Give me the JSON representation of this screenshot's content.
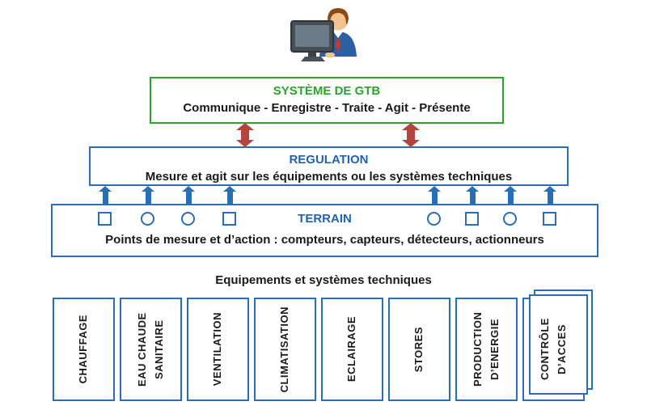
{
  "diagram": {
    "icons": {
      "operator": "person-at-computer"
    },
    "gtb": {
      "title": "SYSTÈME DE GTB",
      "subtitle": "Communique - Enregistre - Traite - Agit - Présente"
    },
    "regulation": {
      "title": "REGULATION",
      "subtitle": "Mesure et agit sur les équipements ou les systèmes techniques"
    },
    "terrain": {
      "title": "TERRAIN",
      "subtitle": "Points de mesure et d’action : compteurs, capteurs, détecteurs, actionneurs",
      "sensors": [
        "square",
        "circle",
        "circle",
        "square",
        "circle",
        "square",
        "circle",
        "square"
      ]
    },
    "equipment_heading": "Equipements et systèmes techniques",
    "equipment": [
      "CHAUFFAGE",
      "EAU CHAUDE SANITAIRE",
      "VENTILATION",
      "CLIMATISATION",
      "ECLAIRAGE",
      "STORES",
      "PRODUCTION D’ENERGIE",
      "CONTRÔLE D’ACCES"
    ],
    "colors": {
      "green": "#2ca32c",
      "blue": "#2a6fb5",
      "title_blue": "#1f63b0",
      "red": "#b5443e",
      "text": "#1a1a1a"
    }
  }
}
